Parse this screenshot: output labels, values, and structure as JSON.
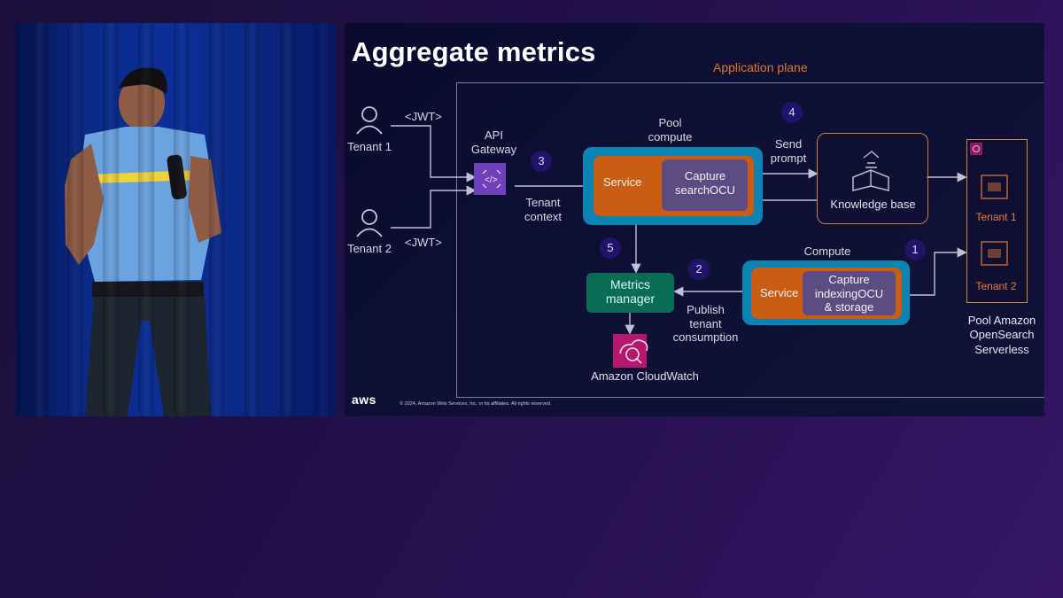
{
  "slide": {
    "title": "Aggregate metrics",
    "plane_label": "Application plane",
    "tenant_1_label": "Tenant 1",
    "tenant_2_label": "Tenant 2",
    "jwt_top": "<JWT>",
    "jwt_bottom": "<JWT>",
    "api_gateway_label": "API\nGateway",
    "tenant_context_label": "Tenant\ncontext",
    "pool_compute_label": "Pool\ncompute",
    "send_prompt_label": "Send\nprompt",
    "service_label_pool": "Service",
    "capture_pool_label": "Capture\nsearchOCU",
    "knowledge_base_label": "Knowledge base",
    "compute_label": "Compute",
    "service_label_compute": "Service",
    "capture_compute_label": "Capture\nindexingOCU\n& storage",
    "metrics_manager_label": "Metrics\nmanager",
    "publish_label": "Publish\ntenant\nconsumption",
    "cloudwatch_label": "Amazon CloudWatch",
    "os_tenant_1": "Tenant 1",
    "os_tenant_2": "Tenant 2",
    "os_label": "Pool Amazon\nOpenSearch\nServerless",
    "aws_logo": "aws",
    "copyright": "© 2024, Amazon Web Services, Inc. or its affiliates. All rights reserved.",
    "steps": [
      "1",
      "2",
      "3",
      "4",
      "5"
    ]
  },
  "icons": {
    "tenant": "user-icon",
    "api": "api-gateway-icon",
    "kb": "knowledge-base-icon",
    "cw": "cloudwatch-icon",
    "os": "opensearch-icon"
  },
  "colors": {
    "slide_background": "#0d0f35",
    "title": "#ffffff",
    "application_plane": "#e0782f",
    "pool_outer": "#0b83b3",
    "pool_inner": "#c95d14",
    "capture_box": "#5d4c82",
    "metrics_manager": "#0a6c54"
  }
}
